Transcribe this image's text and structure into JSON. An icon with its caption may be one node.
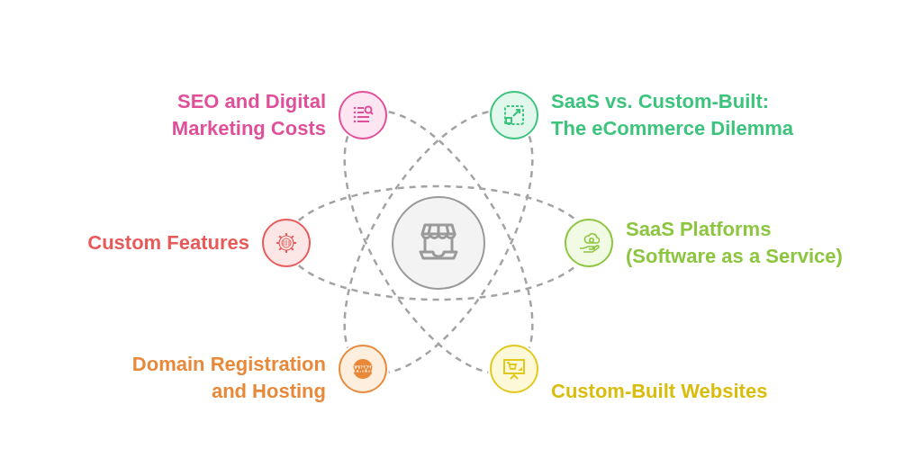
{
  "diagram": {
    "nodes": [
      {
        "text": [],
        "shape": "circle",
        "beside": [
          "SEO and Digital Marketing Costs"
        ]
      },
      {
        "text": [],
        "shape": "circle",
        "beside": [
          "SaaS vs. Custom-Built: The eCommerce Dilemma"
        ]
      },
      {
        "text": [],
        "shape": "circle",
        "beside": [
          "Custom Features"
        ]
      },
      {
        "text": [],
        "shape": "circle"
      },
      {
        "text": [],
        "shape": "circle",
        "beside": [
          "SaaS Platforms (Software as a Service)"
        ]
      },
      {
        "text": [],
        "shape": "circle",
        "beside": [
          "Domain Registration and Hosting"
        ]
      },
      {
        "text": [],
        "shape": "circle",
        "beside": [
          "Custom-Built Websites"
        ]
      }
    ],
    "edges": [
      {
        "from": 2,
        "to": 4,
        "arrow": "none",
        "style": "dashed"
      },
      {
        "from": 2,
        "to": 4,
        "arrow": "none",
        "style": "dashed"
      },
      {
        "from": 0,
        "to": 6,
        "arrow": "none",
        "style": "dashed"
      },
      {
        "from": 0,
        "to": 6,
        "arrow": "none",
        "style": "dashed"
      },
      {
        "from": 1,
        "to": 5,
        "arrow": "none",
        "style": "dashed"
      },
      {
        "from": 1,
        "to": 5,
        "arrow": "none",
        "style": "dashed"
      }
    ]
  }
}
